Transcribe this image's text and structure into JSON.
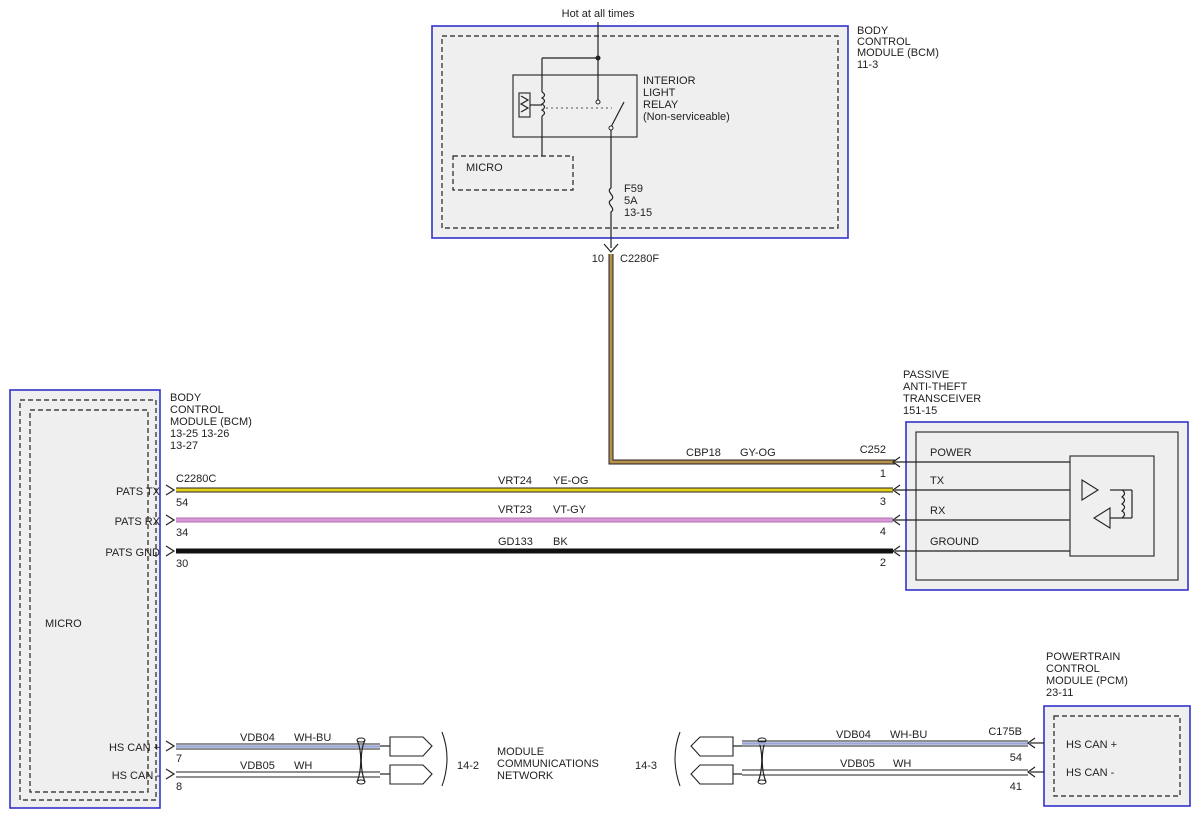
{
  "bcm_top": {
    "hot_label": "Hot at all times",
    "module_title": [
      "BODY",
      "CONTROL",
      "MODULE (BCM)",
      "11-3"
    ],
    "relay_label": [
      "INTERIOR",
      "LIGHT",
      "RELAY",
      "(Non-serviceable)"
    ],
    "micro_label": "MICRO",
    "fuse_label": [
      "F59",
      "5A",
      "13-15"
    ],
    "connector_pin": "10",
    "connector_name": "C2280F"
  },
  "bcm_left": {
    "module_title": [
      "BODY",
      "CONTROL",
      "MODULE (BCM)",
      "13-25   13-26",
      "13-27"
    ],
    "micro_label": "MICRO",
    "connector_name": "C2280C",
    "pins": [
      {
        "label": "PATS TX",
        "pin": "54"
      },
      {
        "label": "PATS RX",
        "pin": "34"
      },
      {
        "label": "PATS GND",
        "pin": "30"
      },
      {
        "label": "HS CAN +",
        "pin": "7"
      },
      {
        "label": "HS CAN -",
        "pin": "8"
      }
    ]
  },
  "pats": {
    "module_title": [
      "PASSIVE",
      "ANTI-THEFT",
      "TRANSCEIVER",
      "151-15"
    ],
    "connector_name": "C252",
    "pins": [
      {
        "label": "POWER",
        "pin": "1"
      },
      {
        "label": "TX",
        "pin": "3"
      },
      {
        "label": "RX",
        "pin": "4"
      },
      {
        "label": "GROUND",
        "pin": "2"
      }
    ]
  },
  "circuits": [
    {
      "id": "CBP18",
      "color": "GY-OG"
    },
    {
      "id": "VRT24",
      "color": "YE-OG"
    },
    {
      "id": "VRT23",
      "color": "VT-GY"
    },
    {
      "id": "GD133",
      "color": "BK"
    },
    {
      "id": "VDB04",
      "color": "WH-BU"
    },
    {
      "id": "VDB05",
      "color": "WH"
    },
    {
      "id": "VDB04",
      "color": "WH-BU"
    },
    {
      "id": "VDB05",
      "color": "WH"
    }
  ],
  "network": {
    "label": [
      "MODULE",
      "COMMUNICATIONS",
      "NETWORK"
    ],
    "left_ref": "14-2",
    "right_ref": "14-3"
  },
  "pcm": {
    "module_title": [
      "POWERTRAIN",
      "CONTROL",
      "MODULE (PCM)",
      "23-11"
    ],
    "connector_name": "C175B",
    "pins": [
      {
        "label": "HS CAN +",
        "pin": "54"
      },
      {
        "label": "HS CAN -",
        "pin": "41"
      }
    ]
  },
  "colors": {
    "module_border": "#3333cc",
    "module_fill": "#efefef",
    "wire_gy_og": "#8a7a55",
    "wire_ye_og": "#e8d21a",
    "wire_vt_gy": "#c87ac8",
    "wire_bk": "#111111",
    "wire_wh_bu": "#9aa6d8"
  }
}
